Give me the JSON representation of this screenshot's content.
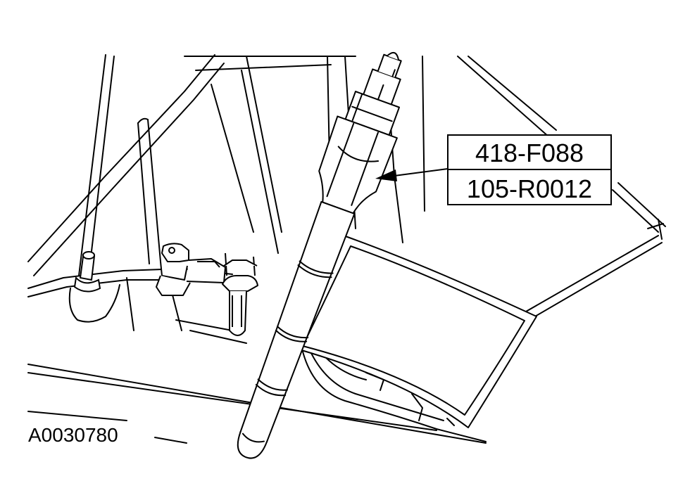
{
  "callout": {
    "top_label": "418-F088",
    "bottom_label": "105-R0012"
  },
  "figure_id": "A0030780",
  "colors": {
    "line": "#000000",
    "background": "#ffffff"
  }
}
